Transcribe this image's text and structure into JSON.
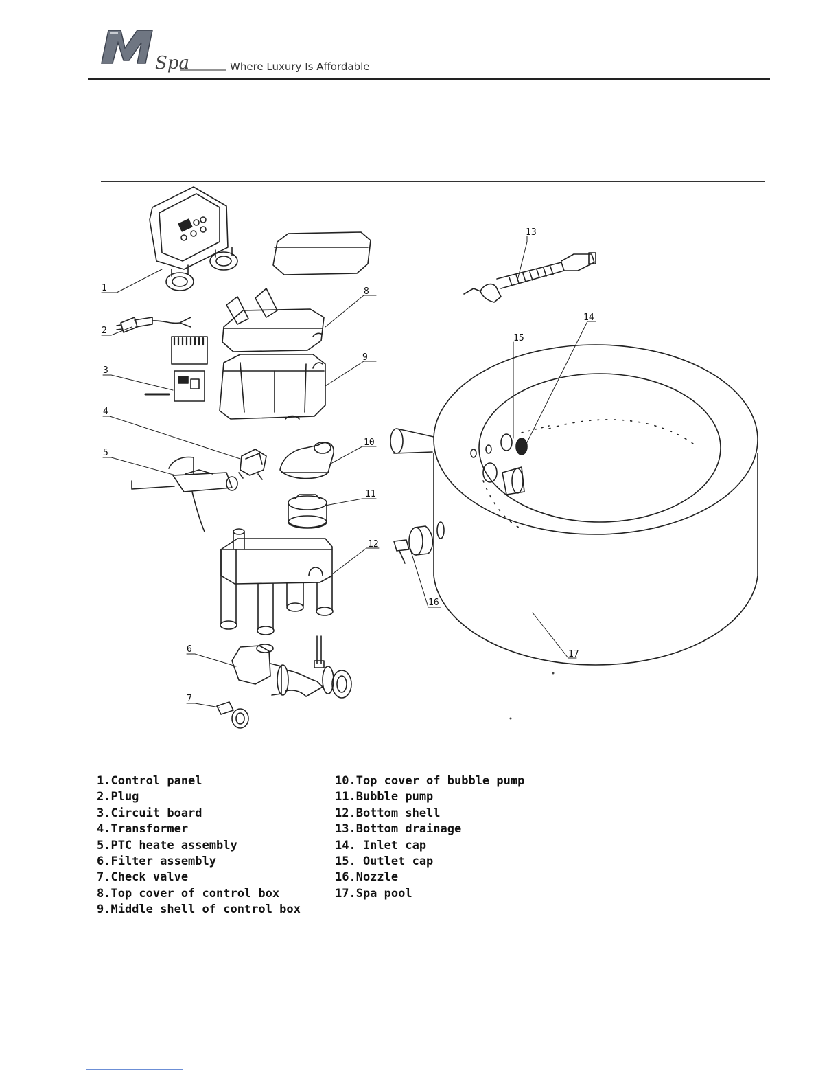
{
  "header": {
    "logo_text": "Spa",
    "tagline": "Where Luxury Is Affordable"
  },
  "diagram": {
    "callouts": [
      "1",
      "2",
      "3",
      "4",
      "5",
      "6",
      "7",
      "8",
      "9",
      "10",
      "11",
      "12",
      "13",
      "14",
      "15",
      "16",
      "17"
    ]
  },
  "legend": {
    "column1": [
      "1.Control panel",
      "2.Plug",
      "3.Circuit board",
      "4.Transformer",
      "5.PTC heate assembly",
      "6.Filter assembly",
      "7.Check valve",
      "8.Top cover of control box",
      "9.Middle shell of control box"
    ],
    "column2": [
      "10.Top cover of bubble pump",
      "11.Bubble pump",
      "12.Bottom shell",
      "13.Bottom drainage",
      "14. Inlet cap",
      "15. Outlet cap",
      "16.Nozzle",
      "17.Spa pool"
    ]
  }
}
